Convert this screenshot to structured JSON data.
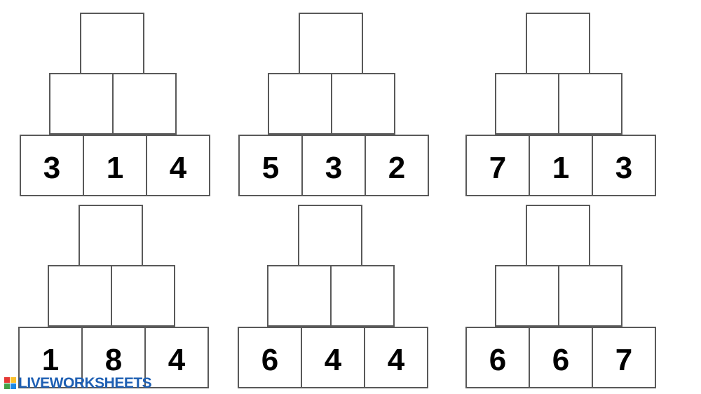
{
  "colors": {
    "cell_border": "#595959",
    "digit": "#000000",
    "logo_text": "#1e5fb3"
  },
  "pyramids": [
    {
      "bottom": [
        "3",
        "1",
        "4"
      ]
    },
    {
      "bottom": [
        "5",
        "3",
        "2"
      ]
    },
    {
      "bottom": [
        "7",
        "1",
        "3"
      ]
    },
    {
      "bottom": [
        "1",
        "8",
        "4"
      ]
    },
    {
      "bottom": [
        "6",
        "4",
        "4"
      ]
    },
    {
      "bottom": [
        "6",
        "6",
        "7"
      ]
    }
  ],
  "watermark": {
    "text": "LIVEWORKSHEETS",
    "icon": "liveworksheets-logo-icon"
  }
}
